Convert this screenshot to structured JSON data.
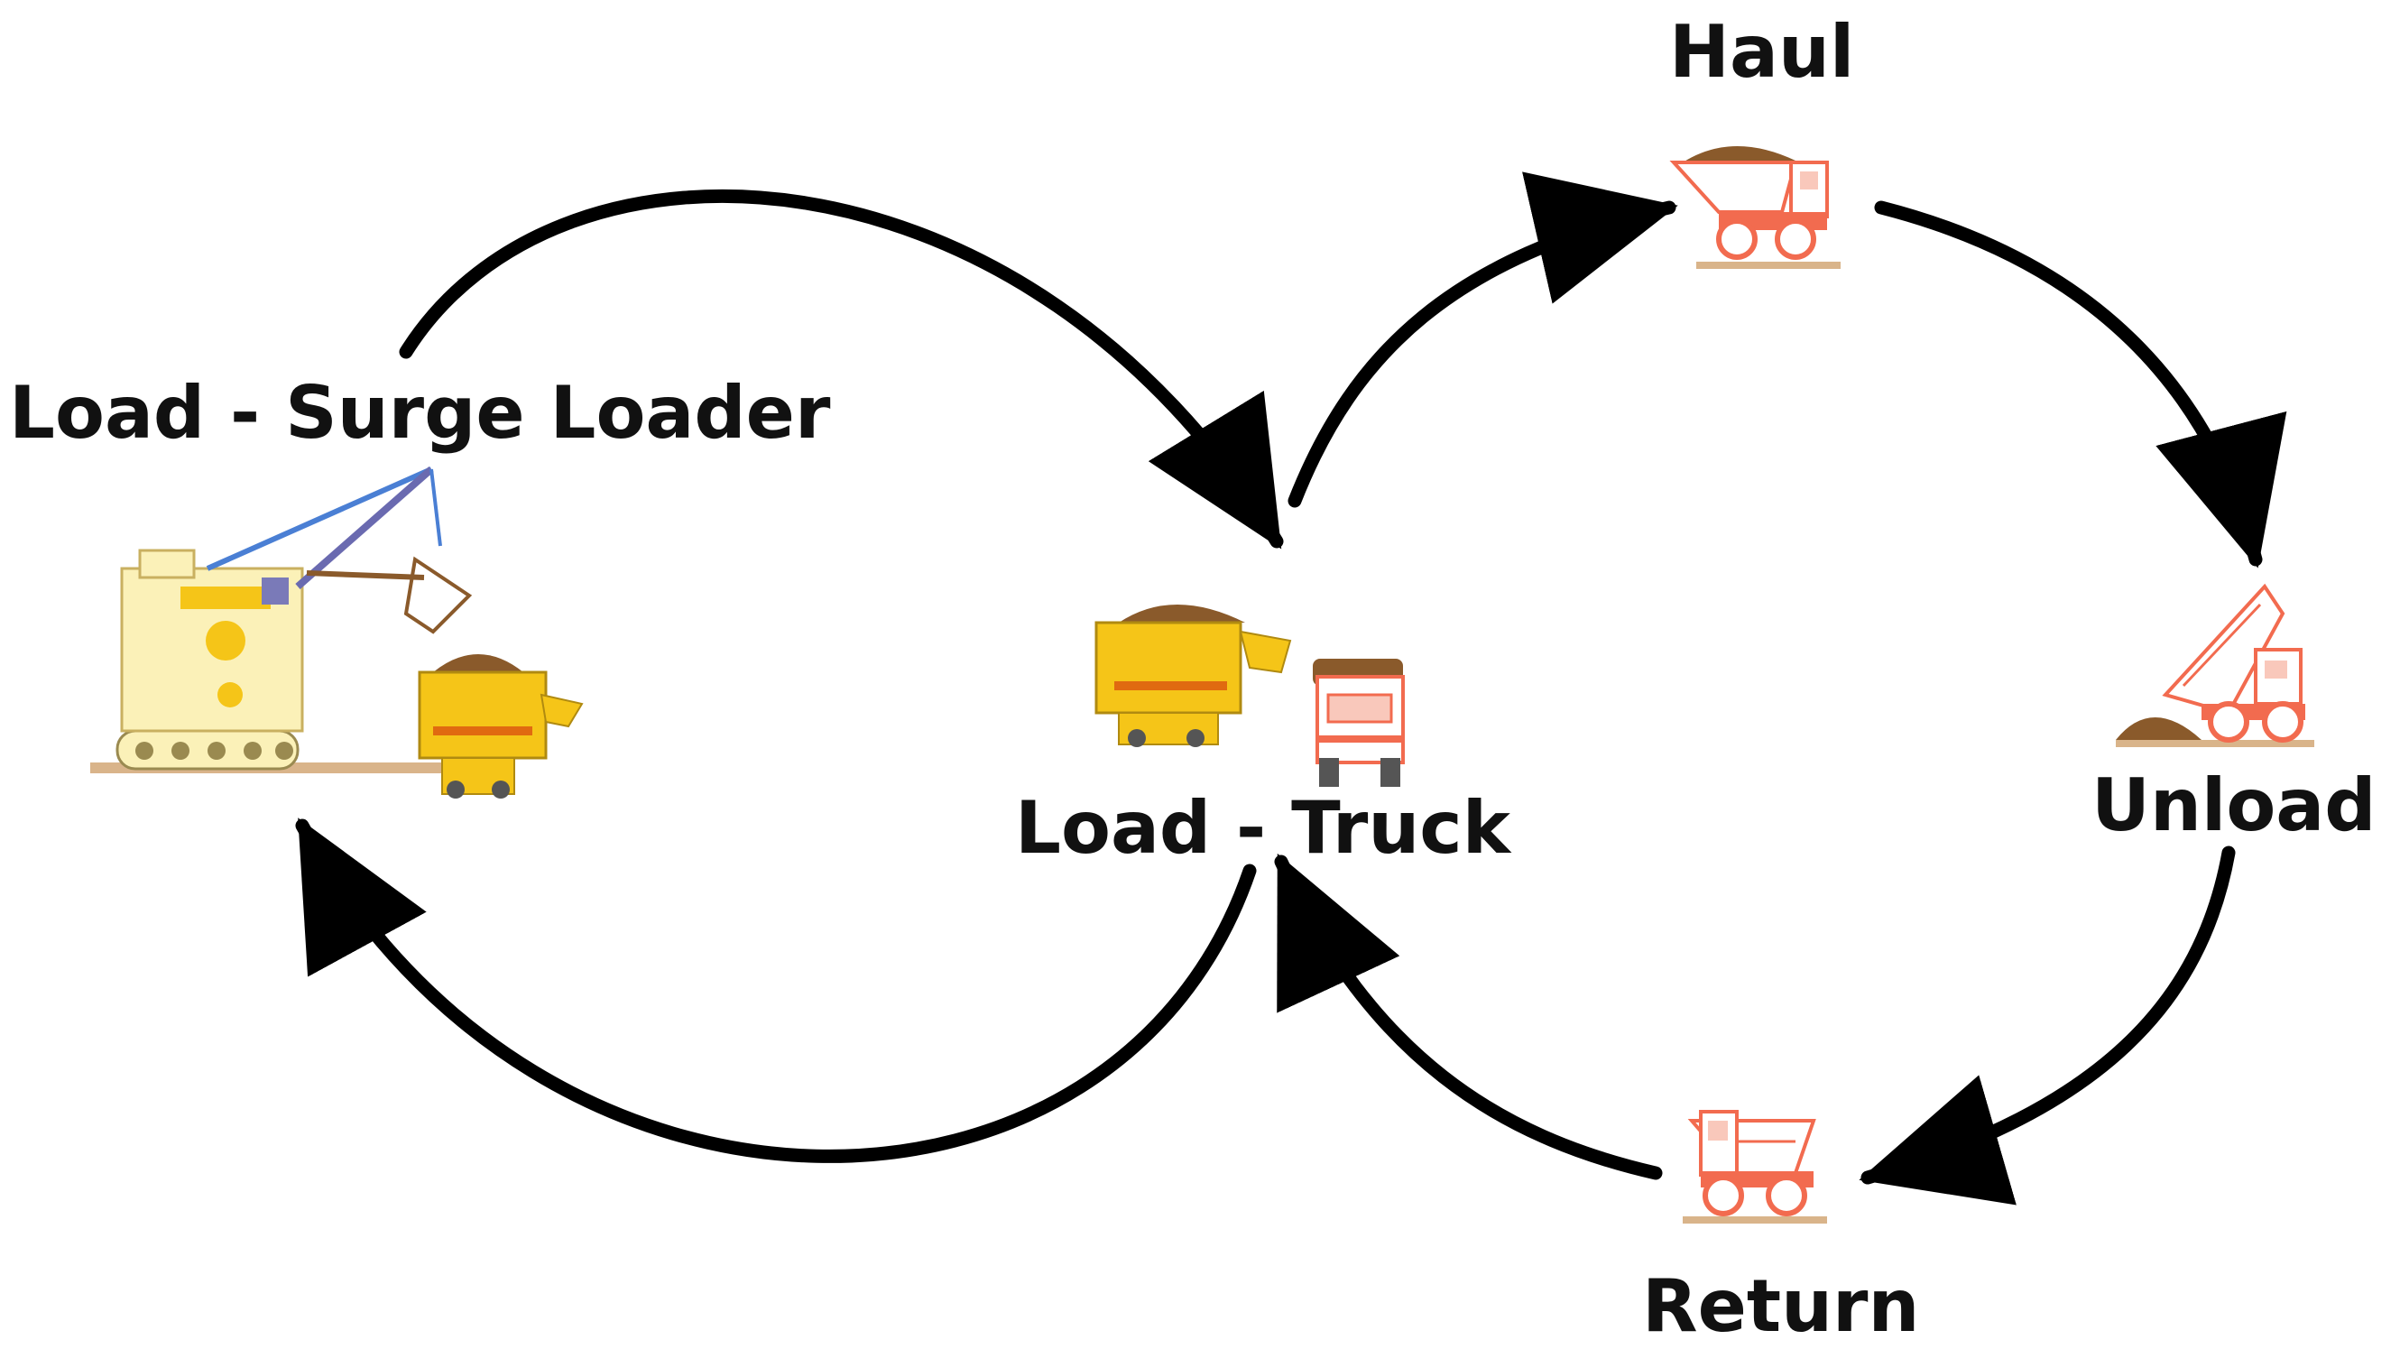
{
  "labels": {
    "surge_loader": "Load - Surge Loader",
    "truck_load": "Load - Truck",
    "haul": "Haul",
    "unload": "Unload",
    "return": "Return"
  },
  "nodes": [
    {
      "id": "surge_loader",
      "label": "Load - Surge Loader",
      "icon": "shovel-and-surge-loader-icon"
    },
    {
      "id": "truck_load",
      "label": "Load - Truck",
      "icon": "surge-loader-and-truck-icon"
    },
    {
      "id": "haul",
      "label": "Haul",
      "icon": "loaded-haul-truck-icon"
    },
    {
      "id": "unload",
      "label": "Unload",
      "icon": "dumping-truck-icon"
    },
    {
      "id": "return",
      "label": "Return",
      "icon": "empty-truck-icon"
    }
  ],
  "edges": [
    {
      "from": "surge_loader",
      "to": "truck_load"
    },
    {
      "from": "truck_load",
      "to": "surge_loader"
    },
    {
      "from": "truck_load",
      "to": "haul"
    },
    {
      "from": "haul",
      "to": "unload"
    },
    {
      "from": "unload",
      "to": "return"
    },
    {
      "from": "return",
      "to": "truck_load"
    }
  ],
  "colors": {
    "arrow": "#000000",
    "loader_body": "#f5c518",
    "shovel_body": "#fbf1b8",
    "truck": "#f26b4f",
    "dirt": "#8a5a2b",
    "ground": "#d9b48a",
    "boom": "#4a7fd4"
  }
}
